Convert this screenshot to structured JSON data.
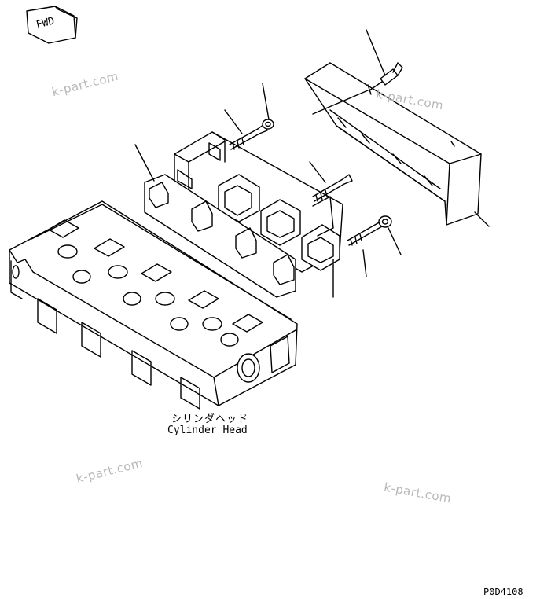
{
  "badge": {
    "text": "FWD"
  },
  "labels": {
    "cylinder_head_jp": "シリンダヘッド",
    "cylinder_head_en": "Cylinder Head",
    "drawing_code": "P0D4108"
  },
  "watermarks": [
    "k-part.com",
    "k-part.com",
    "k-part.com",
    "k-part.com"
  ],
  "colors": {
    "line": "#000000",
    "watermark": "#b8b8b8",
    "background": "#ffffff"
  }
}
